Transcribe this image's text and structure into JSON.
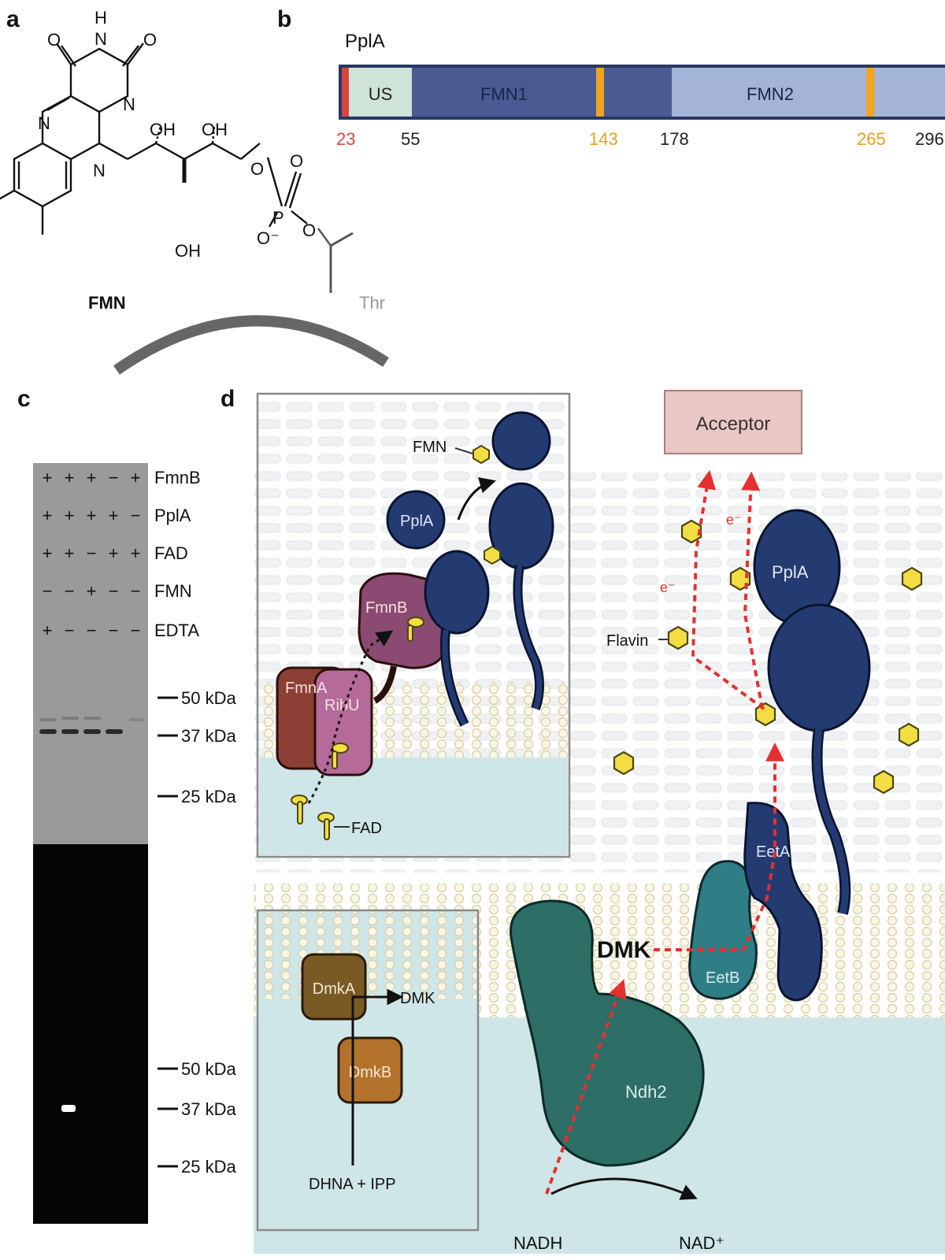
{
  "panels": {
    "a": "a",
    "b": "b",
    "c": "c",
    "d": "d"
  },
  "panel_a": {
    "molecule_name": "FMN",
    "residue": "Thr",
    "atoms": {
      "o_top_left": "O",
      "nh": "N",
      "h": "H",
      "o_top_right": "O",
      "n_ring_mid": "N",
      "n_ring_left": "N",
      "n_ring_bottom": "N",
      "oh1": "OH",
      "oh2": "OH",
      "oh3": "OH",
      "o_bridge": "O",
      "p": "P",
      "o_double": "O",
      "o_minus": "O⁻",
      "o_ester": "O"
    }
  },
  "panel_b": {
    "protein": "PplA",
    "segments": [
      "US",
      "FMN1",
      "FMN2"
    ],
    "positions": [
      {
        "label": "23",
        "color": "#d9463e"
      },
      {
        "label": "55",
        "color": "#222222"
      },
      {
        "label": "143",
        "color": "#e8a020"
      },
      {
        "label": "178",
        "color": "#222222"
      },
      {
        "label": "265",
        "color": "#e8a020"
      },
      {
        "label": "296",
        "color": "#222222"
      }
    ]
  },
  "panel_c": {
    "row_labels": [
      "FmnB",
      "PplA",
      "FAD",
      "FMN",
      "EDTA"
    ],
    "signs": [
      [
        "+",
        "+",
        "+",
        "−",
        "+"
      ],
      [
        "+",
        "+",
        "+",
        "+",
        "−"
      ],
      [
        "+",
        "+",
        "−",
        "+",
        "+"
      ],
      [
        "−",
        "−",
        "+",
        "−",
        "−"
      ],
      [
        "+",
        "−",
        "−",
        "−",
        "−"
      ]
    ],
    "upper_markers": [
      "50 kDa",
      "37 kDa",
      "25 kDa"
    ],
    "lower_markers": [
      "50 kDa",
      "37 kDa",
      "25 kDa"
    ]
  },
  "panel_d": {
    "acceptor": "Acceptor",
    "fmn": "FMN",
    "fad": "FAD",
    "pplA_inset": "PplA",
    "fmnB": "FmnB",
    "fmnA": "FmnA",
    "ribU": "RibU",
    "flavin": "Flavin",
    "electron": "e⁻",
    "pplA_main": "PplA",
    "eetA": "EetA",
    "eetB": "EetB",
    "dmk": "DMK",
    "ndh2": "Ndh2",
    "nadh": "NADH",
    "nad": "NAD⁺",
    "dmkA": "DmkA",
    "dmkB": "DmkB",
    "dmk_product": "DMK",
    "dhna": "DHNA + IPP"
  },
  "colors": {
    "protein_navy": "#243b72",
    "fmnB_purple": "#8a4a72",
    "fmnA_brown": "#8c3f35",
    "ribU_pink": "#b66a9a",
    "teal": "#2d6e66",
    "dmkA": "#7a5a24",
    "dmkB": "#b3722c",
    "flavin_yellow": "#f2de43",
    "electron_path": "#e53030",
    "acceptor_fill": "#e9c7c4",
    "membrane_fill": "#f1ebd4",
    "cytoplasm": "#cfe6e8"
  }
}
